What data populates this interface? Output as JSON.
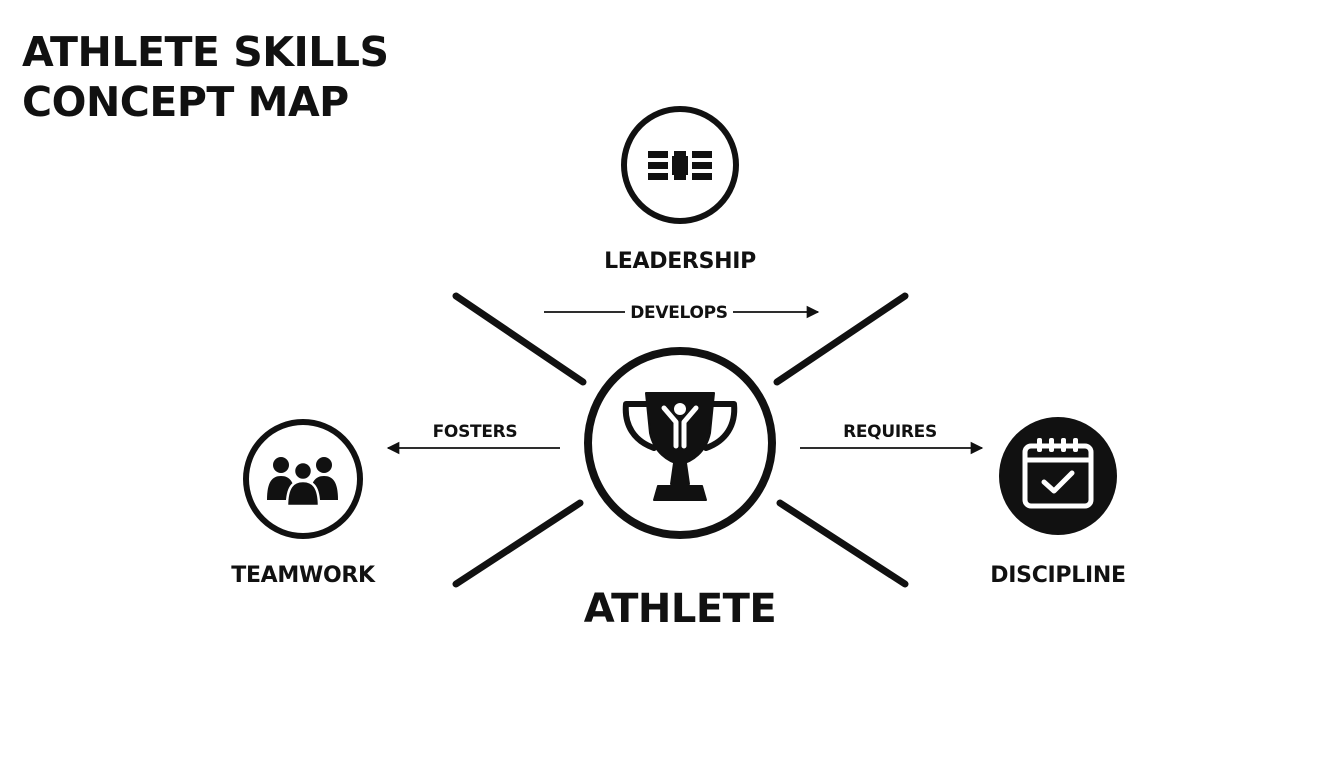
{
  "title": {
    "line1": "ATHLETE SKILLS",
    "line2": "CONCEPT MAP"
  },
  "center": {
    "label": "ATHLETE",
    "icon": "trophy-icon"
  },
  "nodes": {
    "leadership": {
      "label": "LEADERSHIP",
      "icon": "leadership-icon"
    },
    "teamwork": {
      "label": "TEAMWORK",
      "icon": "people-group-icon"
    },
    "discipline": {
      "label": "DISCIPLINE",
      "icon": "calendar-check-icon"
    }
  },
  "edges": {
    "develops": {
      "label": "DEVELOPS",
      "from": "ATHLETE",
      "to": "LEADERSHIP"
    },
    "fosters": {
      "label": "FOSTERS",
      "from": "ATHLETE",
      "to": "TEAMWORK"
    },
    "requires": {
      "label": "REQUIRES",
      "from": "ATHLETE",
      "to": "DISCIPLINE"
    }
  },
  "colors": {
    "ink": "#111111",
    "background": "#ffffff"
  }
}
